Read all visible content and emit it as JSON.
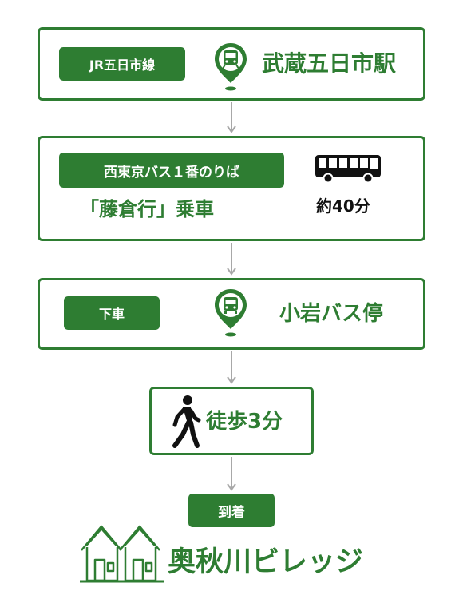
{
  "colors": {
    "accent": "#2e7d32",
    "arrow": "#a8a8a8"
  },
  "step1": {
    "line_label": "JR五日市線",
    "icon": "train-pin-icon",
    "station": "武蔵五日市駅"
  },
  "step2": {
    "bus_label": "西東京バス１番のりば",
    "boarding": "「藤倉行」乗車",
    "icon": "bus-icon",
    "duration": "約40分"
  },
  "step3": {
    "label": "下車",
    "icon": "bus-stop-pin-icon",
    "stop": "小岩バス停"
  },
  "step4": {
    "icon": "walking-person-icon",
    "walk": "徒歩3分"
  },
  "arrival": {
    "label": "到着",
    "icon": "houses-icon",
    "destination": "奥秋川ビレッジ"
  }
}
